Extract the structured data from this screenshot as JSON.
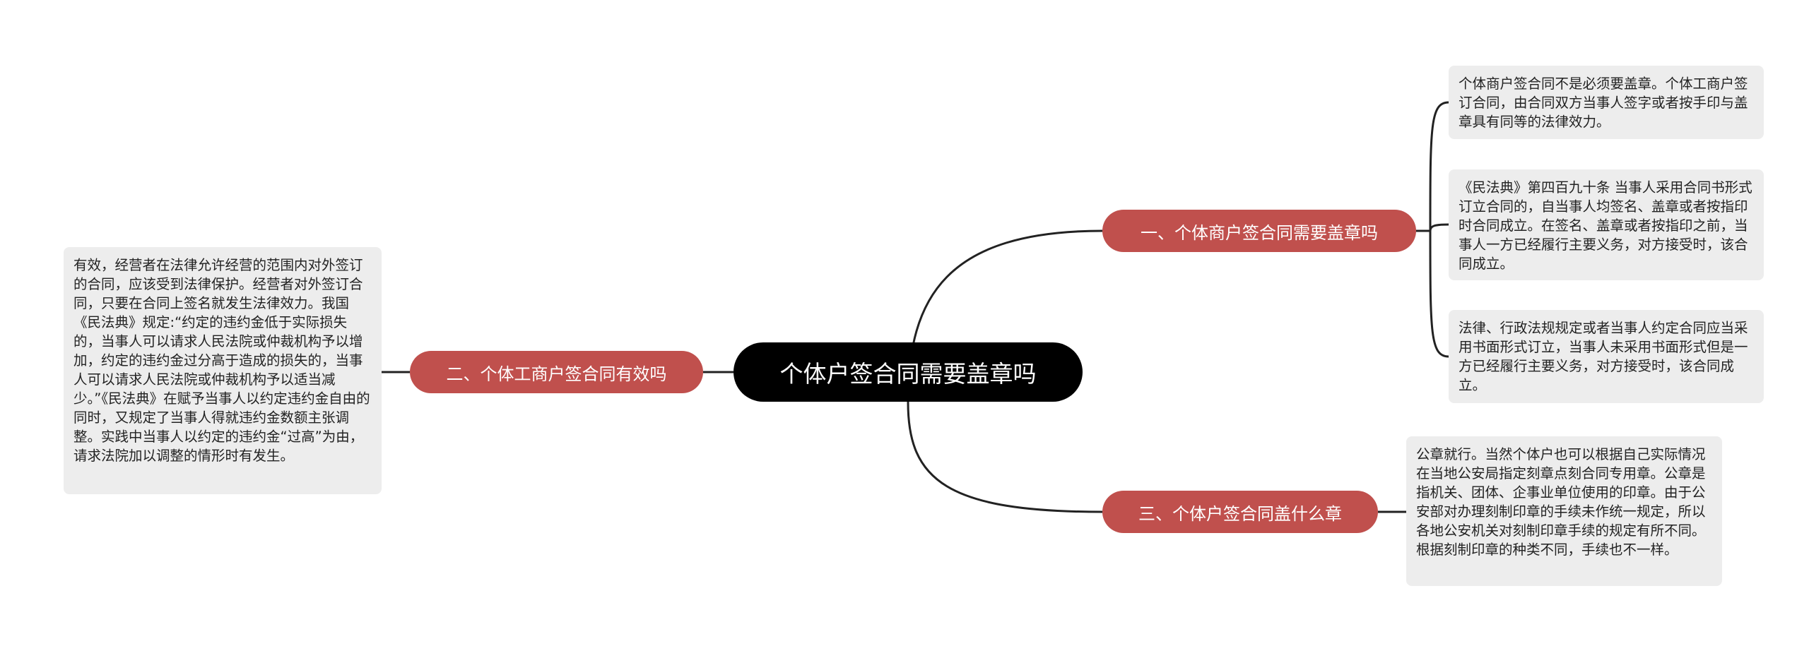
{
  "root": {
    "label": "个体户签合同需要盖章吗"
  },
  "branches": [
    {
      "label": "一、个体商户签合同需要盖章吗"
    },
    {
      "label": "二、个体工商户签合同有效吗"
    },
    {
      "label": "三、个体户签合同盖什么章"
    }
  ],
  "leaves": [
    {
      "text": "个体商户签合同不是必须要盖章。个体工商户签订合同，由合同双方当事人签字或者按手印与盖章具有同等的法律效力。"
    },
    {
      "text": "《民法典》第四百九十条 当事人采用合同书形式订立合同的，自当事人均签名、盖章或者按指印时合同成立。在签名、盖章或者按指印之前，当事人一方已经履行主要义务，对方接受时，该合同成立。"
    },
    {
      "text": "法律、行政法规规定或者当事人约定合同应当采用书面形式订立，当事人未采用书面形式但是一方已经履行主要义务，对方接受时，该合同成立。"
    },
    {
      "text": "有效，经营者在法律允许经营的范围内对外签订的合同，应该受到法律保护。经营者对外签订合同，只要在合同上签名就发生法律效力。我国《民法典》规定:“约定的违约金低于实际损失的，当事人可以请求人民法院或仲裁机构予以增加，约定的违约金过分高于造成的损失的，当事人可以请求人民法院或仲裁机构予以适当减少。”《民法典》在赋予当事人以约定违约金自由的同时，又规定了当事人得就违约金数额主张调整。实践中当事人以约定的违约金“过高”为由，请求法院加以调整的情形时有发生。"
    },
    {
      "text": "公章就行。当然个体户也可以根据自己实际情况在当地公安局指定刻章点刻合同专用章。公章是指机关、团体、企事业单位使用的印章。由于公安部对办理刻制印章的手续未作统一规定，所以各地公安机关对刻制印章手续的规定有所不同。根据刻制印章的种类不同，手续也不一样。"
    }
  ]
}
